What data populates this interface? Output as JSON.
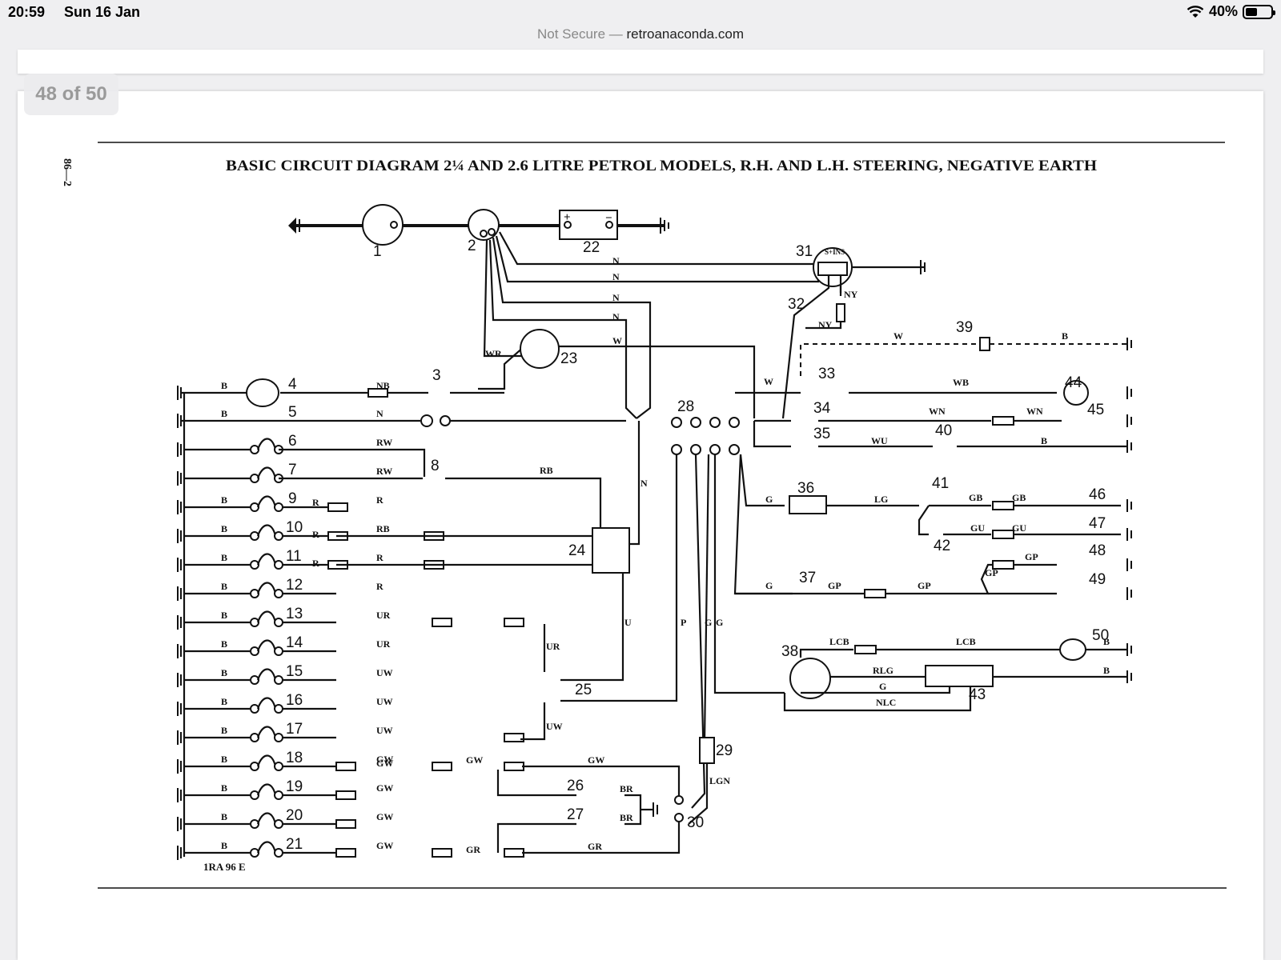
{
  "status_bar": {
    "time": "20:59",
    "date": "Sun 16 Jan",
    "battery": "40%"
  },
  "browser": {
    "security": "Not Secure",
    "separator": " — ",
    "domain": "retroanaconda.com"
  },
  "viewer": {
    "page_counter": "48 of 50"
  },
  "document": {
    "page_ref": "86—2",
    "title": "BASIC CIRCUIT DIAGRAM 2¼ AND 2.6 LITRE PETROL MODELS, R.H. AND L.H. STEERING, NEGATIVE EARTH",
    "drawing_ref": "1RA 96 E"
  },
  "diagram": {
    "left_rows": [
      {
        "num": "4",
        "b": "B",
        "mid": "NB"
      },
      {
        "num": "5",
        "b": "B",
        "mid": "N"
      },
      {
        "num": "6",
        "b": "",
        "mid": "RW"
      },
      {
        "num": "7",
        "b": "",
        "mid": "RW"
      },
      {
        "num": "9",
        "b": "B",
        "mid": "R"
      },
      {
        "num": "10",
        "b": "B",
        "mid": "RB"
      },
      {
        "num": "11",
        "b": "B",
        "mid": "R"
      },
      {
        "num": "12",
        "b": "B",
        "mid": "R"
      },
      {
        "num": "13",
        "b": "B",
        "mid": "UR"
      },
      {
        "num": "14",
        "b": "B",
        "mid": "UR"
      },
      {
        "num": "15",
        "b": "B",
        "mid": "UW"
      },
      {
        "num": "16",
        "b": "B",
        "mid": "UW"
      },
      {
        "num": "17",
        "b": "B",
        "mid": "UW"
      },
      {
        "num": "18",
        "b": "B",
        "mid": "GW"
      },
      {
        "num": "19",
        "b": "B",
        "mid": "GW"
      },
      {
        "num": "20",
        "b": "B",
        "mid": "GW"
      },
      {
        "num": "21",
        "b": "B",
        "mid": "GW"
      }
    ],
    "numbers": [
      "1",
      "2",
      "22",
      "31",
      "32",
      "23",
      "3",
      "28",
      "33",
      "34",
      "35",
      "39",
      "40",
      "44",
      "45",
      "8",
      "36",
      "41",
      "42",
      "46",
      "47",
      "24",
      "37",
      "48",
      "49",
      "25",
      "50",
      "38",
      "43",
      "29",
      "26",
      "27",
      "30"
    ],
    "wire_labels": [
      "N",
      "N",
      "N",
      "N",
      "W",
      "WR",
      "NY",
      "NY",
      "W",
      "B",
      "W",
      "WB",
      "WN",
      "WN",
      "WU",
      "B",
      "RB",
      "N",
      "G",
      "LG",
      "GB",
      "GB",
      "GU",
      "GU",
      "G",
      "GP",
      "GP",
      "GP",
      "GP",
      "U",
      "P",
      "G",
      "G",
      "UR",
      "UW",
      "LCB",
      "LCB",
      "RLG",
      "G",
      "NLC",
      "B",
      "B",
      "LGN",
      "GW",
      "GW",
      "GW",
      "GR",
      "GR",
      "BR",
      "BR",
      "R",
      "R",
      "R",
      "S+INS"
    ]
  }
}
